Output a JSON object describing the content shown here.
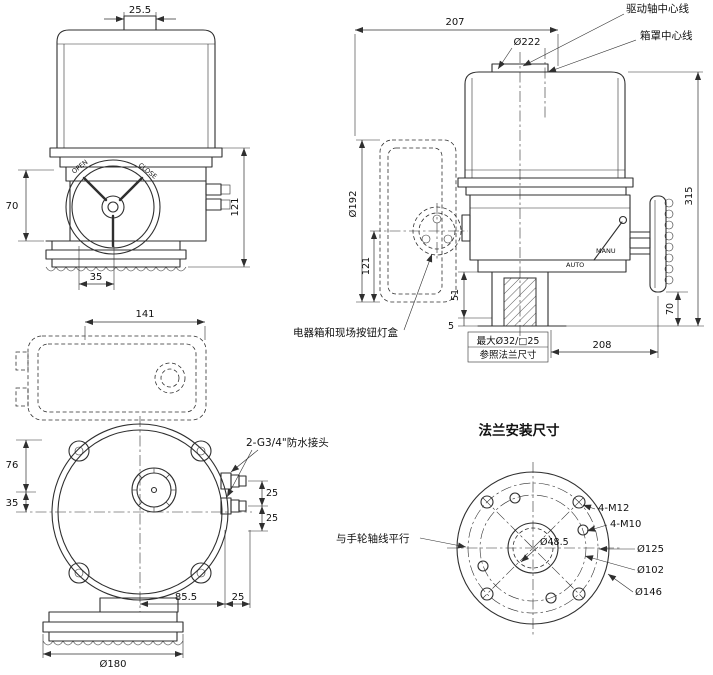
{
  "colors": {
    "line": "#2f2f2f",
    "background": "#ffffff"
  },
  "drawing": {
    "front": {
      "dim_top": "25.5",
      "dim_left": "70",
      "dim_bottom": "35",
      "dim_right": "121",
      "open": "OPEN",
      "close": "CLOSE"
    },
    "side": {
      "dim_width": "207",
      "dim_cover": "Ø222",
      "dim_wheel": "Ø192",
      "dim_box_depth": "121",
      "dim_height": "315",
      "dim_wheel_base": "70",
      "dim_51": "51",
      "dim_5": "5",
      "dim_base": "208",
      "drive_centerline": "驱动轴中心线",
      "cover_centerline": "箱罩中心线",
      "manu": "MANU",
      "auto": "AUTO",
      "max_bore": "最大Ø32/□25",
      "ref_flange": "参照法兰尺寸",
      "electric_box": "电器箱和现场按钮灯盒"
    },
    "top": {
      "dim_box_width": "141",
      "dim_76": "76",
      "dim_35": "35",
      "dim_25a": "25",
      "dim_25b": "25",
      "dim_85_5": "85.5",
      "dim_25c": "25",
      "dim_base": "Ø180",
      "gland_note": "2-G3/4\"防水接头"
    },
    "flange": {
      "title": "法兰安装尺寸",
      "m12": "4-M12",
      "m10": "4-M10",
      "d48": "Ø48.5",
      "d125": "Ø125",
      "d102": "Ø102",
      "d146": "Ø146",
      "parallel_note": "与手轮轴线平行"
    }
  }
}
